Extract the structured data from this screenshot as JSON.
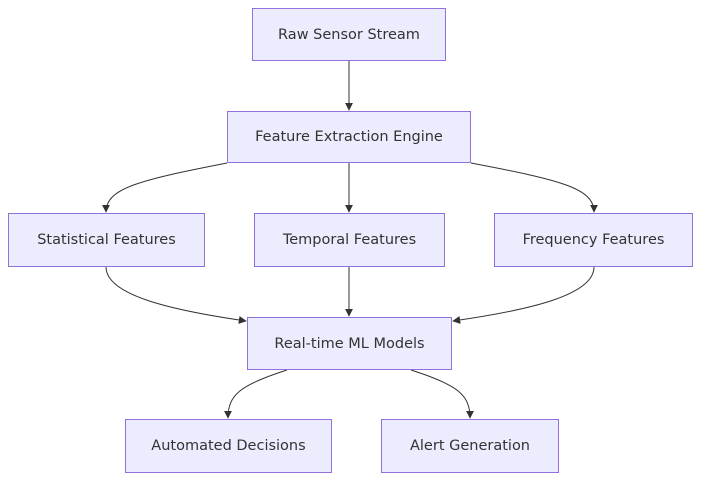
{
  "nodes": {
    "raw_sensor_stream": "Raw Sensor Stream",
    "feature_extraction_engine": "Feature Extraction Engine",
    "statistical_features": "Statistical Features",
    "temporal_features": "Temporal Features",
    "frequency_features": "Frequency Features",
    "realtime_ml_models": "Real-time ML Models",
    "automated_decisions": "Automated Decisions",
    "alert_generation": "Alert Generation"
  },
  "edges": [
    {
      "from": "raw_sensor_stream",
      "to": "feature_extraction_engine"
    },
    {
      "from": "feature_extraction_engine",
      "to": "statistical_features"
    },
    {
      "from": "feature_extraction_engine",
      "to": "temporal_features"
    },
    {
      "from": "feature_extraction_engine",
      "to": "frequency_features"
    },
    {
      "from": "statistical_features",
      "to": "realtime_ml_models"
    },
    {
      "from": "temporal_features",
      "to": "realtime_ml_models"
    },
    {
      "from": "frequency_features",
      "to": "realtime_ml_models"
    },
    {
      "from": "realtime_ml_models",
      "to": "automated_decisions"
    },
    {
      "from": "realtime_ml_models",
      "to": "alert_generation"
    }
  ],
  "colors": {
    "node_fill": "#ececff",
    "node_border": "#9370db",
    "edge": "#333333",
    "text": "#333333"
  }
}
